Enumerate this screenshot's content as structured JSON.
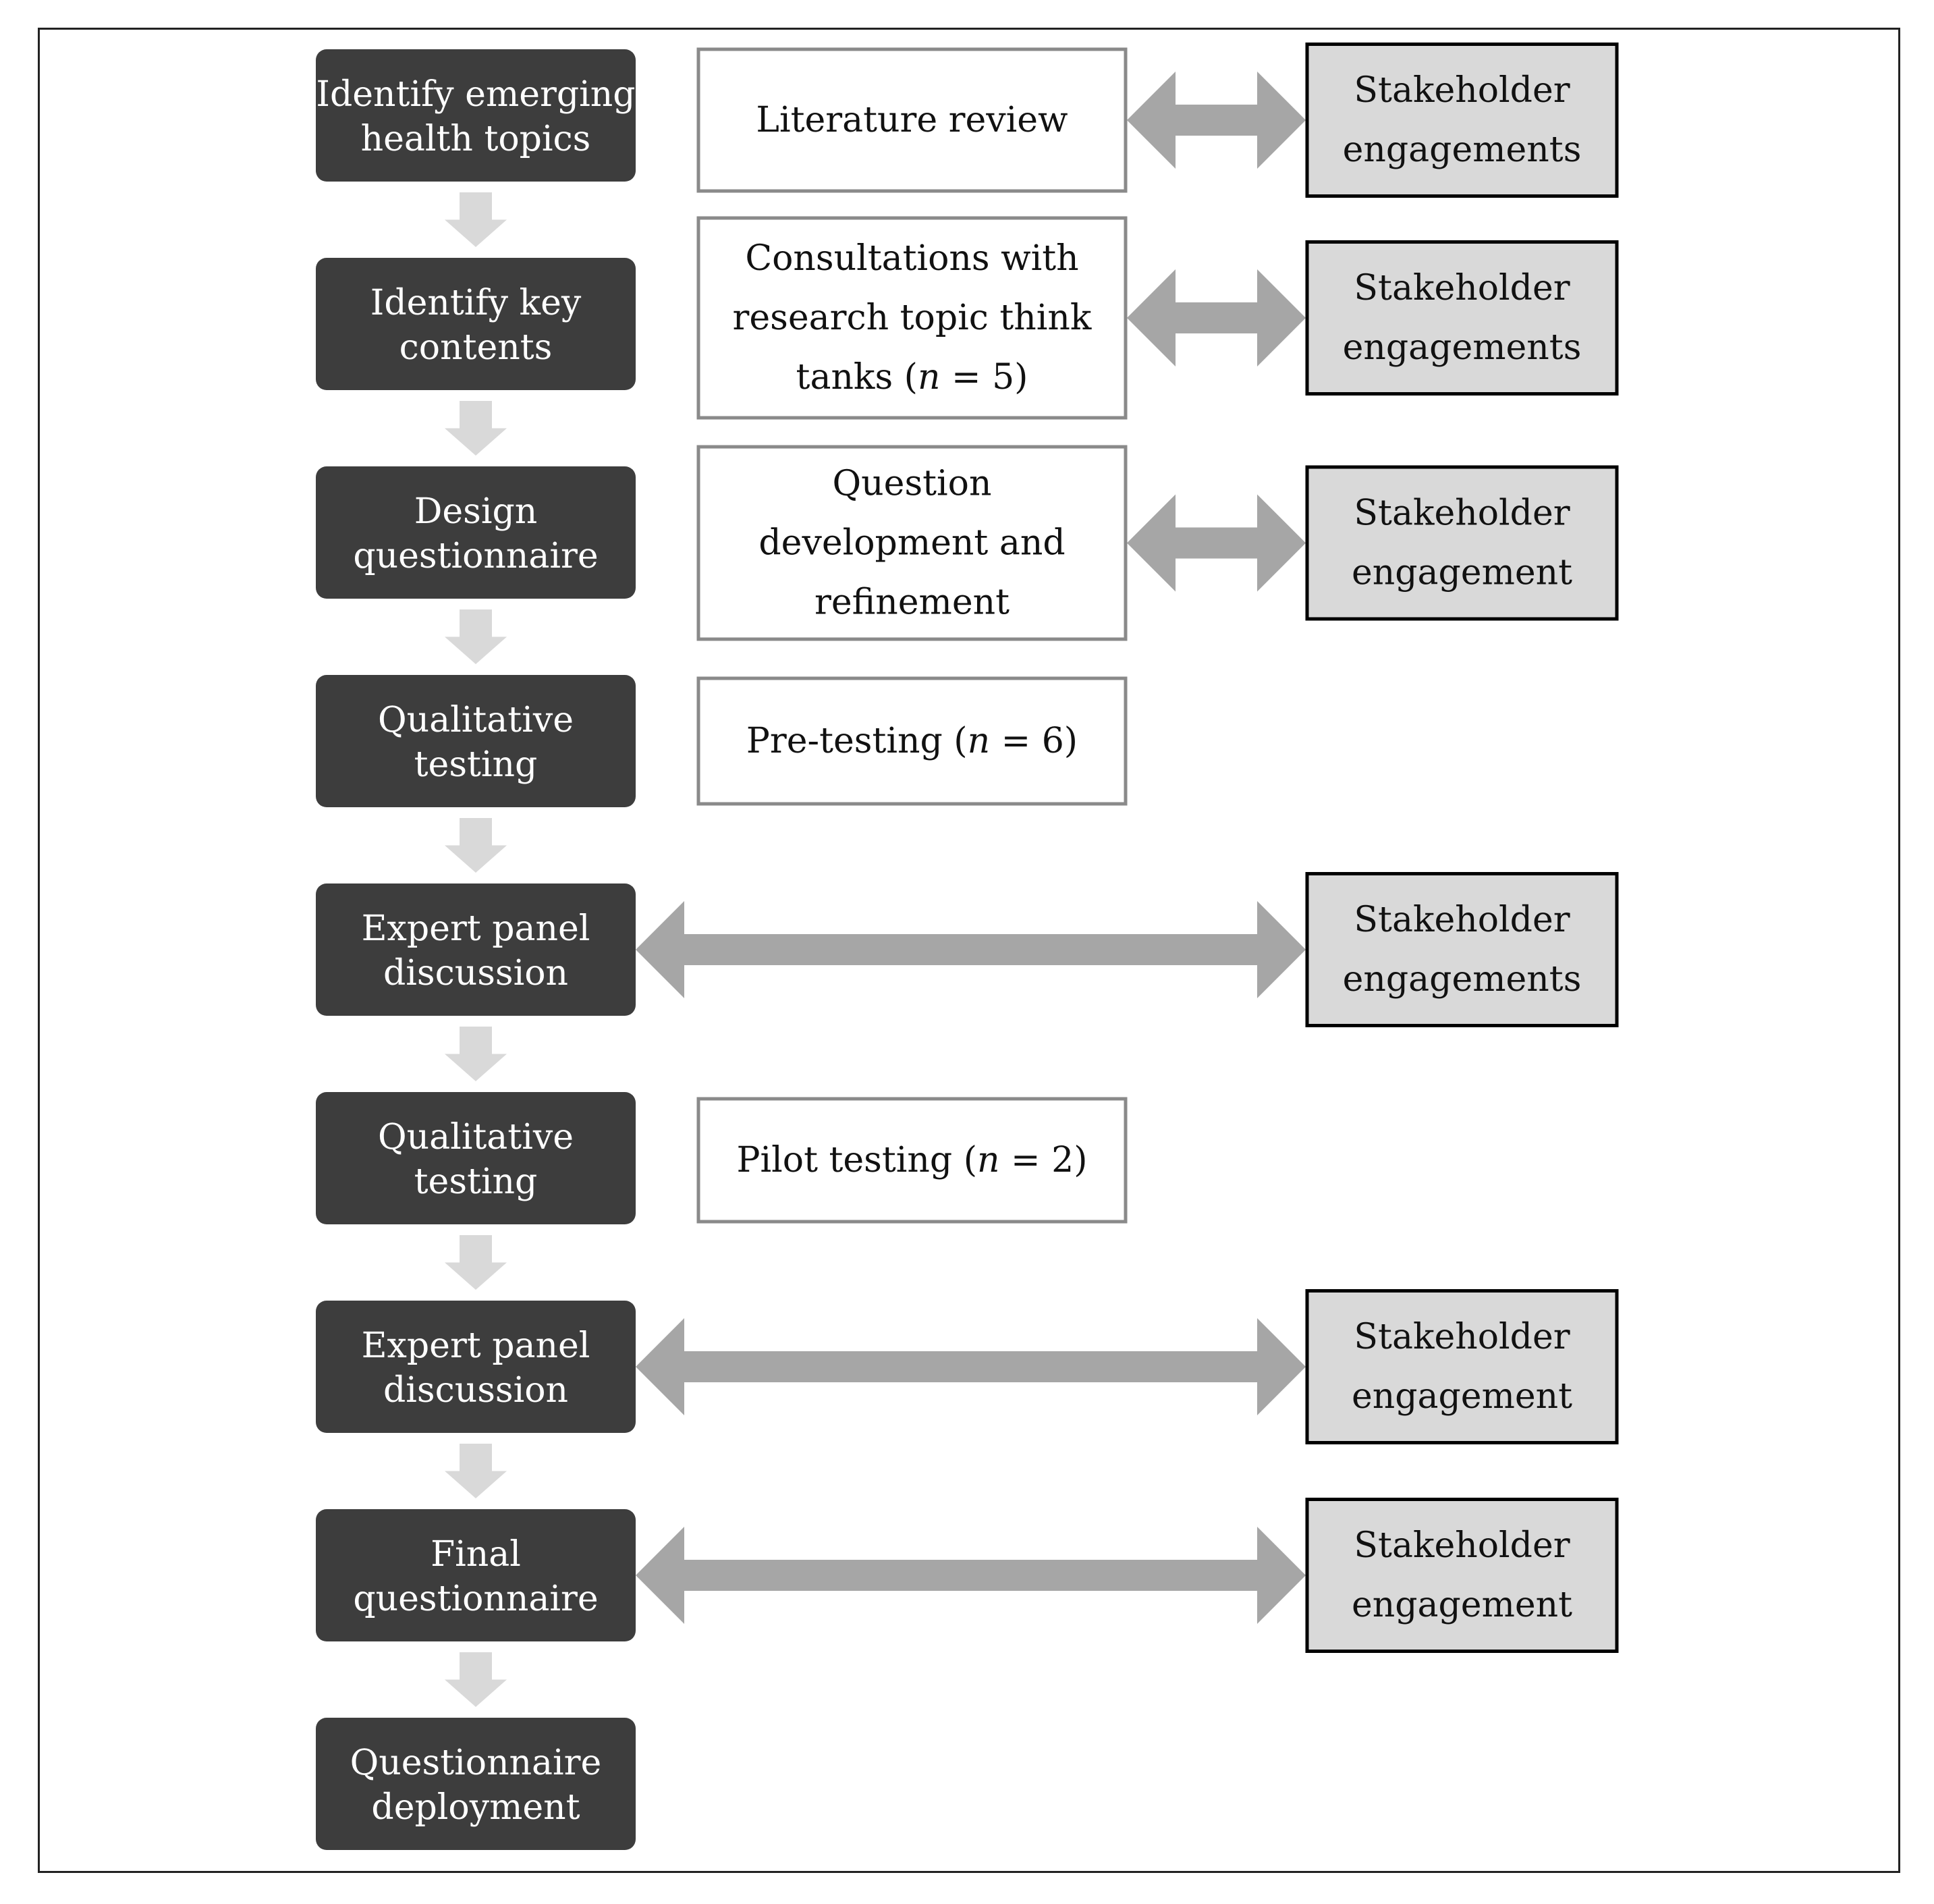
{
  "colors": {
    "step_fill": "#3d3d3d",
    "step_text": "#ffffff",
    "method_border": "#8a8a8a",
    "method_text": "#111111",
    "stakeholder_fill": "#d9d9d9",
    "stakeholder_border": "#000000",
    "arrow_dark": "#a6a6a6",
    "arrow_light": "#d9d9d9"
  },
  "steps": [
    {
      "lines": [
        "Identify emerging",
        "health topics"
      ]
    },
    {
      "lines": [
        "Identify key",
        "contents"
      ]
    },
    {
      "lines": [
        "Design",
        "questionnaire"
      ]
    },
    {
      "lines": [
        "Qualitative",
        "testing"
      ]
    },
    {
      "lines": [
        "Expert panel",
        "discussion"
      ]
    },
    {
      "lines": [
        "Qualitative",
        "testing"
      ]
    },
    {
      "lines": [
        "Expert panel",
        "discussion"
      ]
    },
    {
      "lines": [
        "Final",
        "questionnaire"
      ]
    },
    {
      "lines": [
        "Questionnaire",
        "deployment"
      ]
    }
  ],
  "methods": [
    {
      "step": 0,
      "lines": [
        [
          "Literature review"
        ]
      ]
    },
    {
      "step": 1,
      "lines": [
        [
          "Consultations with"
        ],
        [
          "research topic think"
        ],
        [
          "tanks (",
          "n",
          " = 5)"
        ]
      ]
    },
    {
      "step": 2,
      "lines": [
        [
          "Question"
        ],
        [
          "development and"
        ],
        [
          "refinement"
        ]
      ]
    },
    {
      "step": 3,
      "lines": [
        [
          "Pre-testing (",
          "n",
          " = 6)"
        ]
      ]
    },
    {
      "step": 5,
      "lines": [
        [
          "Pilot testing (",
          "n",
          " = 2)"
        ]
      ]
    }
  ],
  "stakeholders": [
    {
      "step": 0,
      "lines": [
        "Stakeholder",
        "engagements"
      ]
    },
    {
      "step": 1,
      "lines": [
        "Stakeholder",
        "engagements"
      ]
    },
    {
      "step": 2,
      "lines": [
        "Stakeholder",
        "engagement"
      ]
    },
    {
      "step": 4,
      "lines": [
        "Stakeholder",
        "engagements"
      ]
    },
    {
      "step": 6,
      "lines": [
        "Stakeholder",
        "engagement"
      ]
    },
    {
      "step": 7,
      "lines": [
        "Stakeholder",
        "engagement"
      ]
    }
  ],
  "links": [
    {
      "step": 0,
      "kind": "method-stakeholder"
    },
    {
      "step": 1,
      "kind": "method-stakeholder"
    },
    {
      "step": 2,
      "kind": "method-stakeholder"
    },
    {
      "step": 4,
      "kind": "step-stakeholder"
    },
    {
      "step": 6,
      "kind": "step-stakeholder"
    },
    {
      "step": 7,
      "kind": "step-stakeholder"
    }
  ]
}
